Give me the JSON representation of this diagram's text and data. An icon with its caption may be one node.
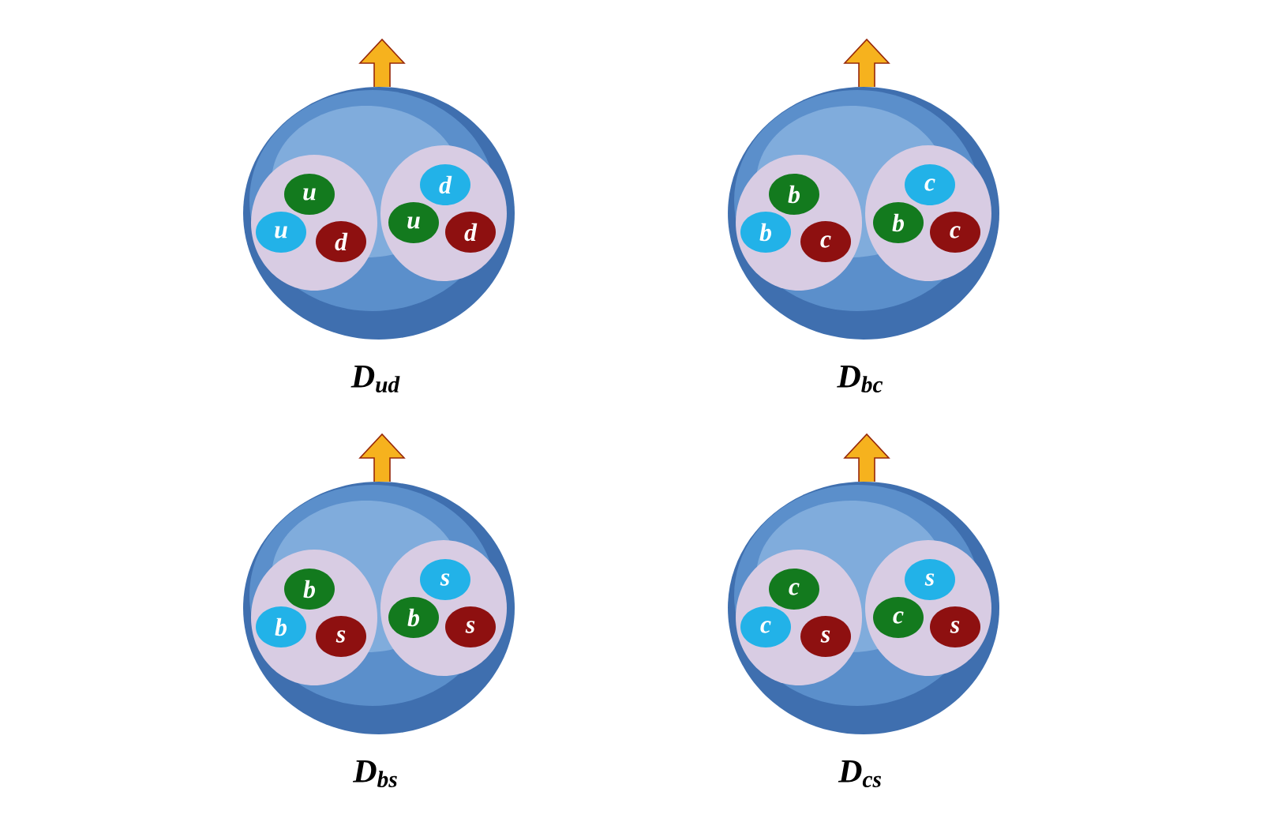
{
  "diagram": {
    "nodes": [
      {
        "text": [],
        "shape": "circle",
        "beside": [
          "D$_{ud}$"
        ]
      },
      {
        "text": [],
        "shape": "circle",
        "in": 0
      },
      {
        "text": [
          "u"
        ],
        "in": 1
      },
      {
        "text": [
          "u"
        ],
        "in": 1
      },
      {
        "text": [
          "d"
        ],
        "in": 1
      },
      {
        "text": [],
        "shape": "circle",
        "in": 0
      },
      {
        "text": [
          "d"
        ],
        "in": 5
      },
      {
        "text": [
          "u"
        ],
        "in": 5
      },
      {
        "text": [
          "d"
        ],
        "in": 5
      },
      {
        "text": [],
        "shape": "circle",
        "beside": [
          "D$_{bc}$"
        ]
      },
      {
        "text": [],
        "shape": "circle",
        "in": 9
      },
      {
        "text": [
          "b"
        ],
        "in": 10
      },
      {
        "text": [
          "b"
        ],
        "in": 10
      },
      {
        "text": [
          "c"
        ],
        "in": 10
      },
      {
        "text": [],
        "shape": "circle",
        "in": 9
      },
      {
        "text": [
          "c"
        ],
        "in": 14
      },
      {
        "text": [
          "b"
        ],
        "in": 14
      },
      {
        "text": [
          "c"
        ],
        "in": 14
      },
      {
        "text": [],
        "shape": "circle",
        "beside": [
          "D$_{bs}$"
        ]
      },
      {
        "text": [],
        "shape": "circle",
        "in": 18
      },
      {
        "text": [
          "b"
        ],
        "in": 19
      },
      {
        "text": [
          "b"
        ],
        "in": 19
      },
      {
        "text": [
          "s"
        ],
        "in": 19
      },
      {
        "text": [],
        "shape": "circle",
        "in": 18
      },
      {
        "text": [
          "s"
        ],
        "in": 23
      },
      {
        "text": [
          "b"
        ],
        "in": 23
      },
      {
        "text": [
          "s"
        ],
        "in": 23
      },
      {
        "text": [],
        "shape": "circle",
        "beside": [
          "D$_{cs}$"
        ]
      },
      {
        "text": [],
        "shape": "circle",
        "in": 27
      },
      {
        "text": [
          "c"
        ],
        "in": 28
      },
      {
        "text": [
          "c"
        ],
        "in": 28
      },
      {
        "text": [
          "s"
        ],
        "in": 28
      },
      {
        "text": [],
        "shape": "circle",
        "in": 27
      },
      {
        "text": [
          "s"
        ],
        "in": 32
      },
      {
        "text": [
          "c"
        ],
        "in": 32
      },
      {
        "text": [
          "s"
        ],
        "in": 32
      }
    ]
  }
}
